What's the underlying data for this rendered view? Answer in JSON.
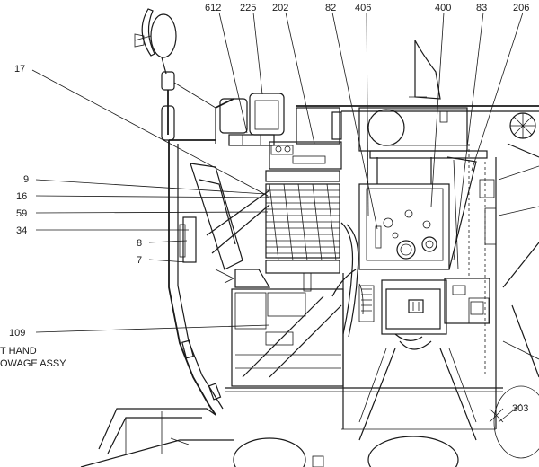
{
  "diagram": {
    "callouts": {
      "c612": "612",
      "c225": "225",
      "c202": "202",
      "c82": "82",
      "c406": "406",
      "c400": "400",
      "c83": "83",
      "c206": "206",
      "c17": "17",
      "c9": "9",
      "c16": "16",
      "c59": "59",
      "c34": "34",
      "c8": "8",
      "c7": "7",
      "c109": "109",
      "c303": "303"
    },
    "side_note": {
      "line1": "T HAND",
      "line2": "OWAGE ASSY"
    }
  }
}
